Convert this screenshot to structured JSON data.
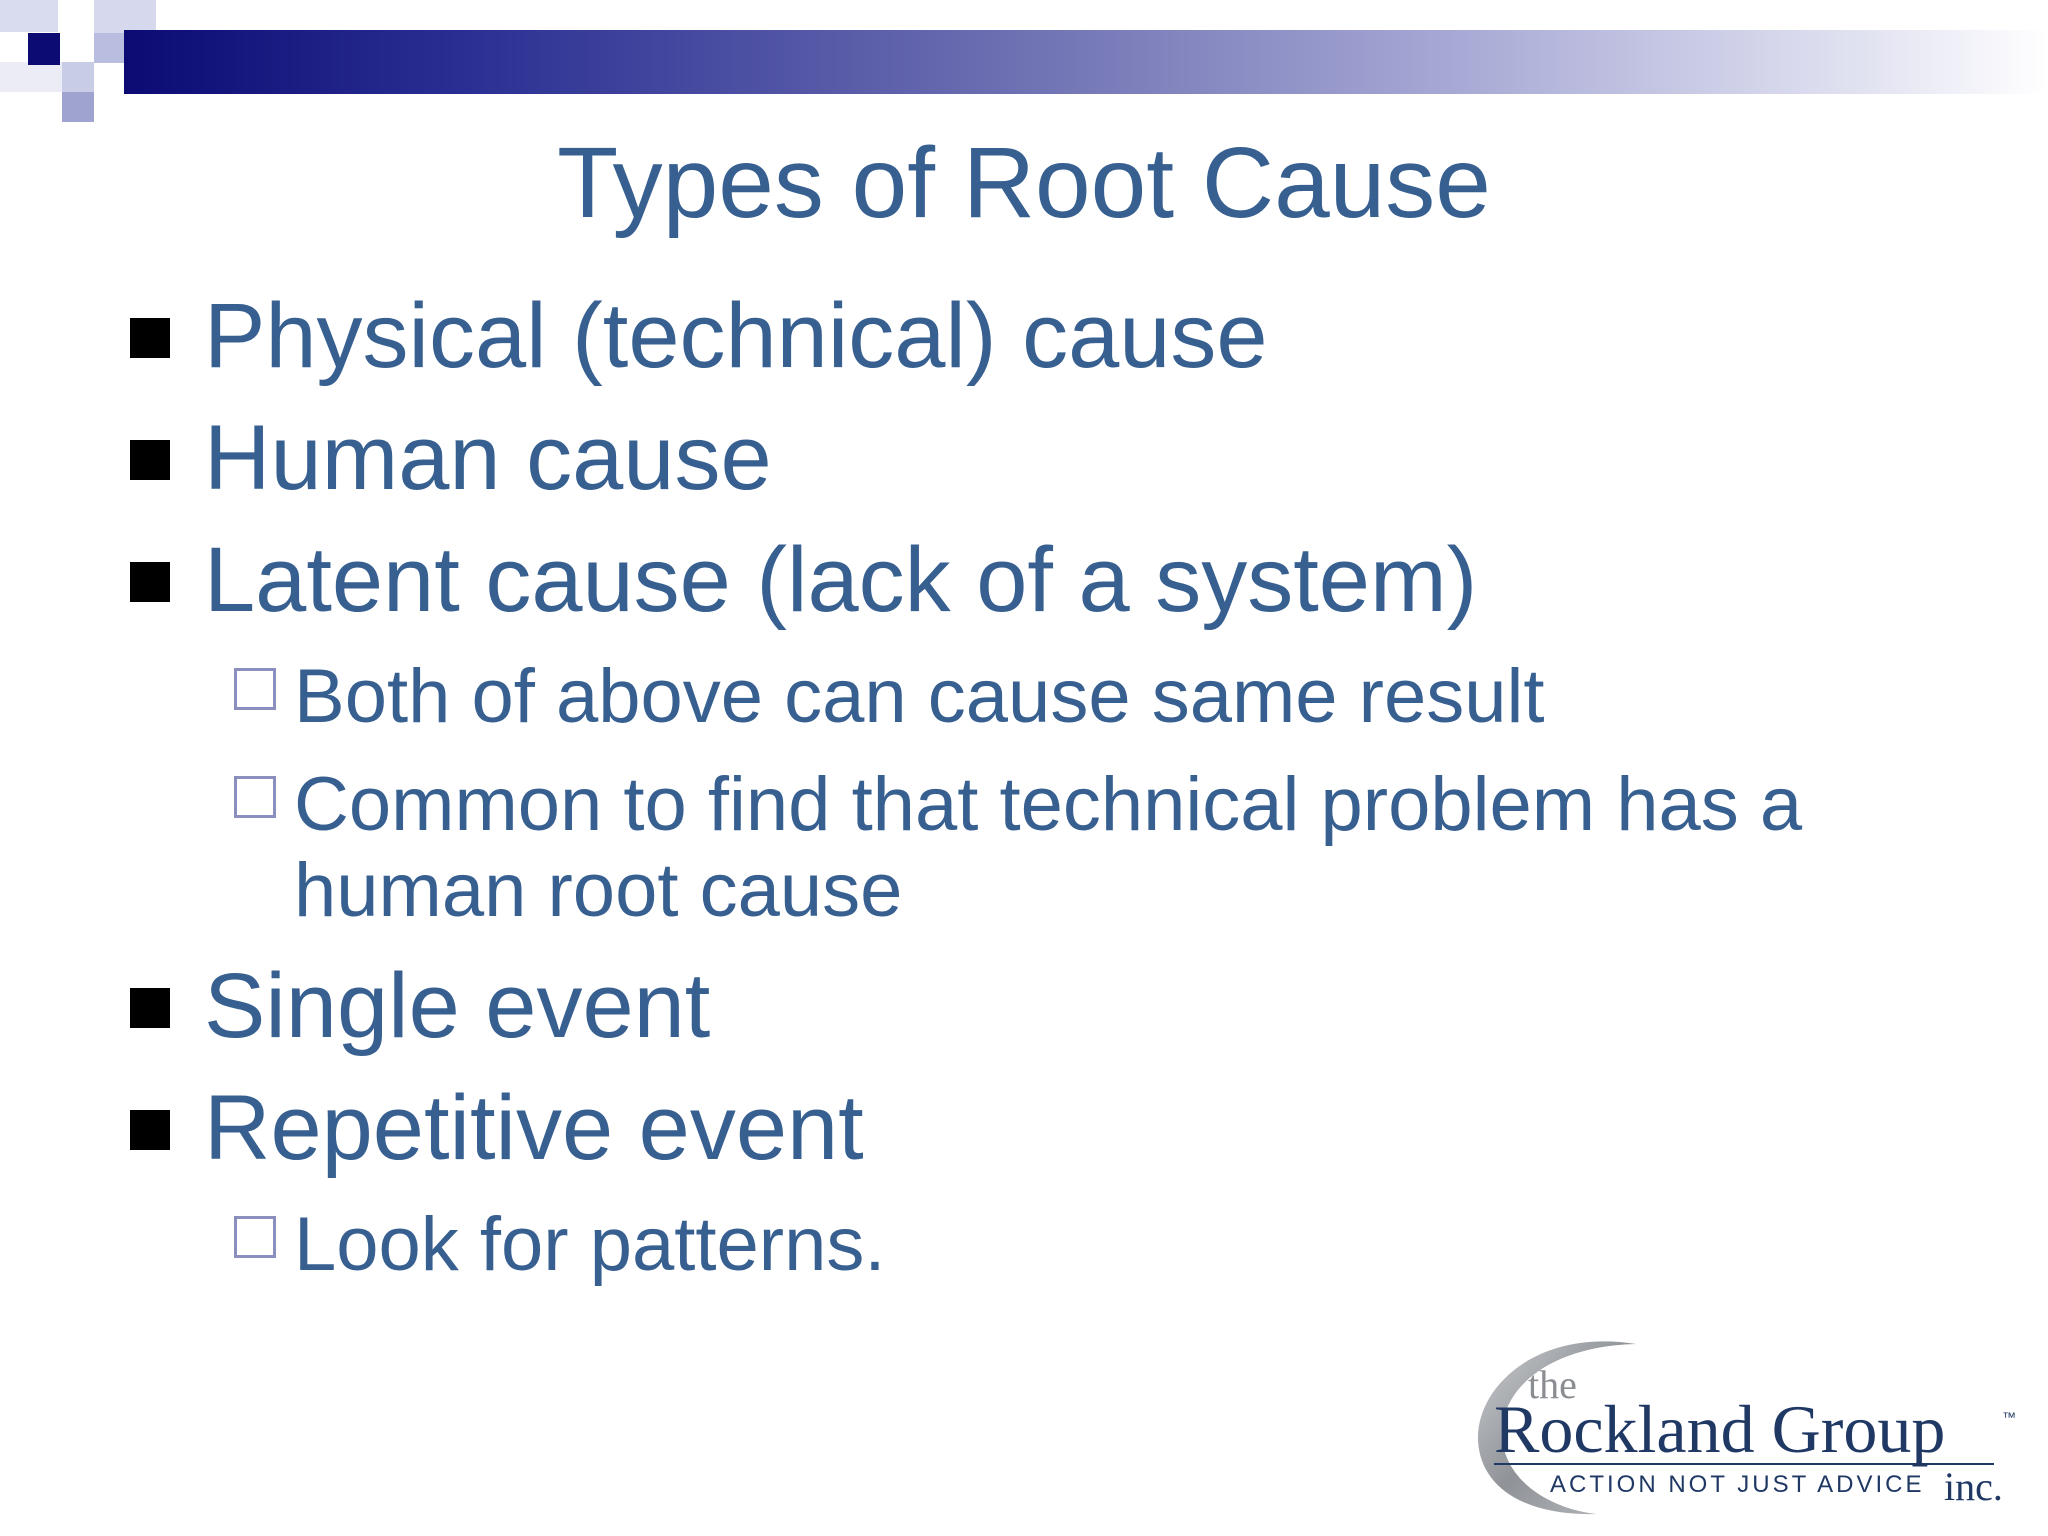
{
  "slide": {
    "title": "Types of Root Cause",
    "bullets": [
      {
        "text": "Physical (technical) cause"
      },
      {
        "text": "Human cause"
      },
      {
        "text": "Latent cause (lack of a system)"
      },
      {
        "text": "Both of above can cause same result"
      },
      {
        "text_line1": "Common to find that technical problem has a",
        "text_line2": "human root cause"
      },
      {
        "text": "Single event"
      },
      {
        "text": "Repetitive event"
      },
      {
        "text": "Look for patterns."
      }
    ]
  },
  "logo": {
    "the": "the",
    "name": "Rockland Group",
    "tm": "™",
    "tagline": "ACTION NOT JUST ADVICE",
    "suffix": "inc."
  },
  "colors": {
    "text": "#376091",
    "header_dark": "#0b0b73",
    "bullet": "#000000",
    "sub_bullet_border": "#8b8fc0"
  }
}
